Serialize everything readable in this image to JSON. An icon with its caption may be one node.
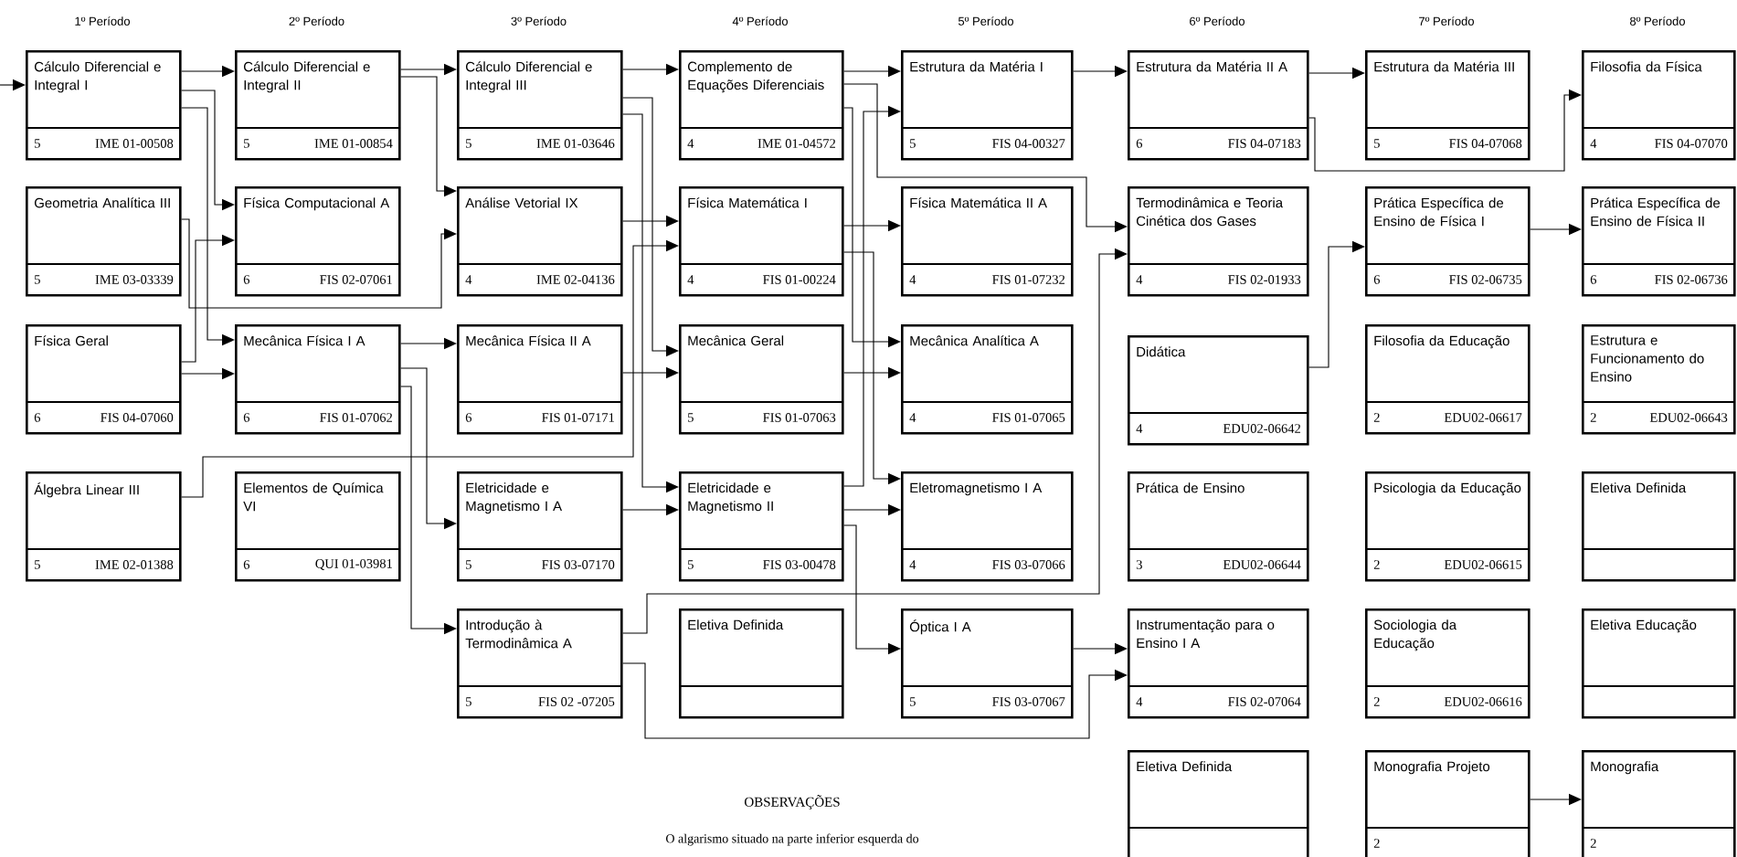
{
  "diagram": {
    "nodes": [
      {
        "text": [
          "Cálculo Diferencial e Integral I",
          "5",
          "IME 01-00508"
        ]
      },
      {
        "text": [
          "Geometria Analítica III",
          "5",
          "IME 03-03339"
        ]
      },
      {
        "text": [
          "Física Geral",
          "6",
          "FIS 04-07060"
        ]
      },
      {
        "text": [
          "Álgebra Linear III",
          "5",
          "IME 02-01388"
        ]
      },
      {
        "text": [
          "Cálculo Diferencial e Integral II",
          "5",
          "IME 01-00854"
        ]
      },
      {
        "text": [
          "Física Computacional A",
          "6",
          "FIS 02-07061"
        ]
      },
      {
        "text": [
          "Mecânica Física I A",
          "6",
          "FIS 01-07062"
        ]
      },
      {
        "text": [
          "Elementos de Química VI",
          "6",
          "QUI 01-03981"
        ]
      },
      {
        "text": [
          "Cálculo Diferencial e Integral III",
          "5",
          "IME 01-03646"
        ]
      },
      {
        "text": [
          "Análise Vetorial IX",
          "4",
          "IME 02-04136"
        ]
      },
      {
        "text": [
          "Mecânica Física II A",
          "6",
          "FIS 01-07171"
        ]
      },
      {
        "text": [
          "Eletricidade e Magnetismo I A",
          "5",
          "FIS 03-07170"
        ]
      },
      {
        "text": [
          "Introdução à Termodinâmica A",
          "5",
          "FIS 02 -07205"
        ]
      },
      {
        "text": [
          "Complemento de Equações Diferenciais",
          "4",
          "IME 01-04572"
        ]
      },
      {
        "text": [
          "Física Matemática I",
          "4",
          "FIS 01-00224"
        ]
      },
      {
        "text": [
          "Mecânica Geral",
          "5",
          "FIS 01-07063"
        ]
      },
      {
        "text": [
          "Eletricidade e Magnetismo II",
          "5",
          "FIS 03-00478"
        ]
      },
      {
        "text": [
          "Eletiva Definida"
        ]
      },
      {
        "text": [
          "Estrutura da Matéria I",
          "5",
          "FIS 04-00327"
        ]
      },
      {
        "text": [
          "Física Matemática II A",
          "4",
          "FIS 01-07232"
        ]
      },
      {
        "text": [
          "Mecânica Analítica A",
          "4",
          "FIS 01-07065"
        ]
      },
      {
        "text": [
          "Eletromagnetismo I A",
          "4",
          "FIS 03-07066"
        ]
      },
      {
        "text": [
          "Óptica I A",
          "5",
          "FIS 03-07067"
        ]
      },
      {
        "text": [
          "Estrutura da Matéria II A",
          "6",
          "FIS 04-07183"
        ]
      },
      {
        "text": [
          "Termodinâmica e Teoria Cinética dos Gases",
          "4",
          "FIS 02-01933"
        ]
      },
      {
        "text": [
          "Didática",
          "4",
          "EDU02-06642"
        ]
      },
      {
        "text": [
          "Prática de Ensino",
          "3",
          "EDU02-06644"
        ]
      },
      {
        "text": [
          "Instrumentação para o Ensino I A",
          "4",
          "FIS 02-07064"
        ]
      },
      {
        "text": [
          "Eletiva Definida"
        ]
      },
      {
        "text": [
          "Estrutura da Matéria III",
          "5",
          "FIS 04-07068"
        ]
      },
      {
        "text": [
          "Prática Específica de Ensino de Física I",
          "6",
          "FIS 02-06735"
        ]
      },
      {
        "text": [
          "Filosofia da Educação",
          "2",
          "EDU02-06617"
        ]
      },
      {
        "text": [
          "Psicologia da Educação",
          "2",
          "EDU02-06615"
        ]
      },
      {
        "text": [
          "Sociologia da Educação",
          "2",
          "EDU02-06616"
        ]
      },
      {
        "text": [
          "Monografia Projeto",
          "2"
        ]
      },
      {
        "text": [
          "Filosofia da Física",
          "4",
          "FIS 04-07070"
        ]
      },
      {
        "text": [
          "Prática Específica de Ensino de Física II",
          "6",
          "FIS 02-06736"
        ]
      },
      {
        "text": [
          "Estrutura e Funcionamento do Ensino",
          "2",
          "EDU02-06643"
        ]
      },
      {
        "text": [
          "Eletiva Definida"
        ]
      },
      {
        "text": [
          "Eletiva Educação"
        ]
      },
      {
        "text": [
          "Monografia",
          "2"
        ]
      }
    ],
    "edges": [
      {
        "from": null,
        "to": 0,
        "arrow": "to"
      },
      {
        "from": 0,
        "to": 4,
        "arrow": "to"
      },
      {
        "from": 0,
        "to": 5,
        "arrow": "to"
      },
      {
        "from": 0,
        "to": 6,
        "arrow": "to"
      },
      {
        "from": 1,
        "to": 9,
        "arrow": "to"
      },
      {
        "from": 2,
        "to": 5,
        "arrow": "to"
      },
      {
        "from": 2,
        "to": 6,
        "arrow": "to"
      },
      {
        "from": 4,
        "to": 8,
        "arrow": "to"
      },
      {
        "from": 4,
        "to": 9,
        "arrow": "to"
      },
      {
        "from": 6,
        "to": 10,
        "arrow": "to"
      },
      {
        "from": 6,
        "to": 11,
        "arrow": "to"
      },
      {
        "from": 6,
        "to": 12,
        "arrow": "to"
      },
      {
        "from": 3,
        "to": 14,
        "arrow": "to"
      },
      {
        "from": 8,
        "to": 13,
        "arrow": "to"
      },
      {
        "from": 8,
        "to": 15,
        "arrow": "to"
      },
      {
        "from": 8,
        "to": 16,
        "arrow": "to"
      },
      {
        "from": 9,
        "to": 14,
        "arrow": "to"
      },
      {
        "from": 10,
        "to": 15,
        "arrow": "to"
      },
      {
        "from": 11,
        "to": 16,
        "arrow": "to"
      },
      {
        "from": 12,
        "to": 24,
        "arrow": "to"
      },
      {
        "from": 12,
        "to": 27,
        "arrow": "to"
      },
      {
        "from": 13,
        "to": 18,
        "arrow": "to"
      },
      {
        "from": 13,
        "to": 24,
        "arrow": "to"
      },
      {
        "from": 13,
        "to": 20,
        "arrow": "to"
      },
      {
        "from": 14,
        "to": 19,
        "arrow": "to"
      },
      {
        "from": 14,
        "to": 21,
        "arrow": "to"
      },
      {
        "from": 15,
        "to": 20,
        "arrow": "to"
      },
      {
        "from": 16,
        "to": 18,
        "arrow": "to"
      },
      {
        "from": 16,
        "to": 21,
        "arrow": "to"
      },
      {
        "from": 16,
        "to": 22,
        "arrow": "to"
      },
      {
        "from": 22,
        "to": 27,
        "arrow": "to"
      },
      {
        "from": 18,
        "to": 23,
        "arrow": "to"
      },
      {
        "from": 23,
        "to": 29,
        "arrow": "to"
      },
      {
        "from": 23,
        "to": 35,
        "arrow": "to"
      },
      {
        "from": 25,
        "to": 30,
        "arrow": "to"
      },
      {
        "from": 30,
        "to": 36,
        "arrow": "to"
      },
      {
        "from": 34,
        "to": 40,
        "arrow": "to"
      }
    ],
    "labels": [
      "1º Período",
      "2º Período",
      "3º Período",
      "4º Período",
      "5º Período",
      "6º Período",
      "7º Período",
      "8º Período",
      "OBSERVAÇÕES",
      "O algarismo situado na parte inferior esquerda do"
    ]
  }
}
